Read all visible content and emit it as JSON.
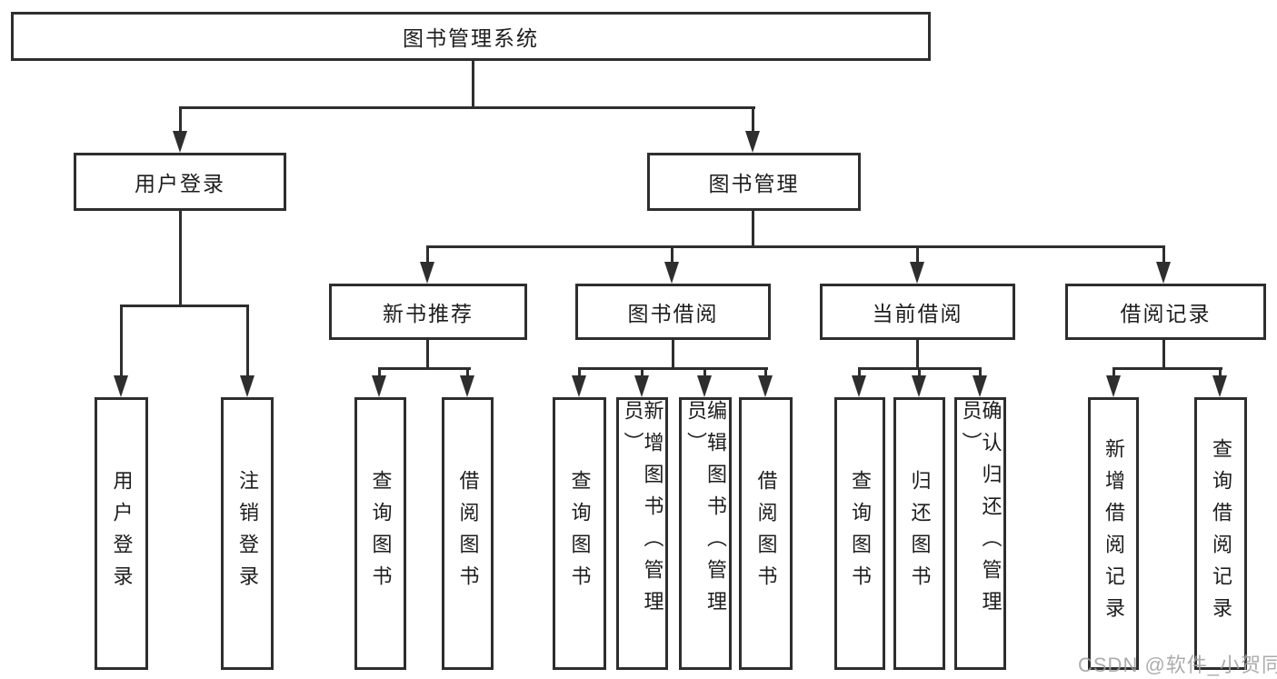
{
  "diagram_type": "tree",
  "colors": {
    "line": "#2e2e2e",
    "border": "#2e2e2e",
    "text": "#1d1d1d",
    "background": "#ffffff",
    "watermark": "#9e9e9e"
  },
  "nodes": {
    "root": "图书管理系统",
    "user": "用户登录",
    "manage": "图书管理",
    "recommend": "新书推荐",
    "borrow": "图书借阅",
    "current": "当前借阅",
    "record": "借阅记录"
  },
  "leaves": {
    "user": [
      "用户登录",
      "注销登录"
    ],
    "recommend": [
      "查询图书",
      "借阅图书"
    ],
    "borrow": [
      "查询图书",
      "新增图书（管理员）",
      "编辑图书（管理员）",
      "借阅图书"
    ],
    "current": [
      "查询图书",
      "归还图书",
      "确认归还（管理员）"
    ],
    "record": [
      "新增借阅记录",
      "查询借阅记录"
    ]
  },
  "watermark": "CSDN @软件_小贺同学"
}
